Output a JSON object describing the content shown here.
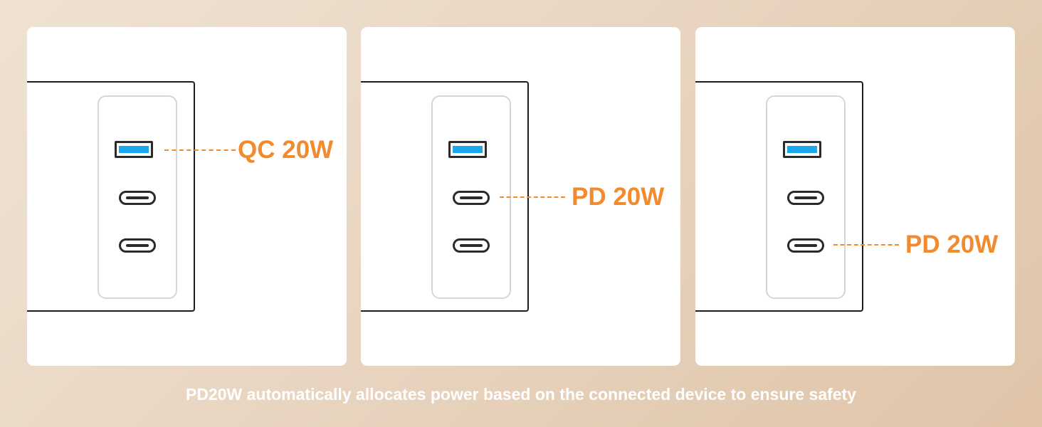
{
  "panels": [
    {
      "highlighted_port": "usb-a",
      "label": "QC 20W"
    },
    {
      "highlighted_port": "usb-c-1",
      "label": "PD 20W"
    },
    {
      "highlighted_port": "usb-c-2",
      "label": "PD 20W"
    }
  ],
  "caption": "PD20W automatically allocates power based on the connected device to ensure safety",
  "colors": {
    "accent": "#f28a2e",
    "usb_a_insert": "#1aa7ec",
    "panel": "#ffffff",
    "outline": "#1c1c1c"
  }
}
